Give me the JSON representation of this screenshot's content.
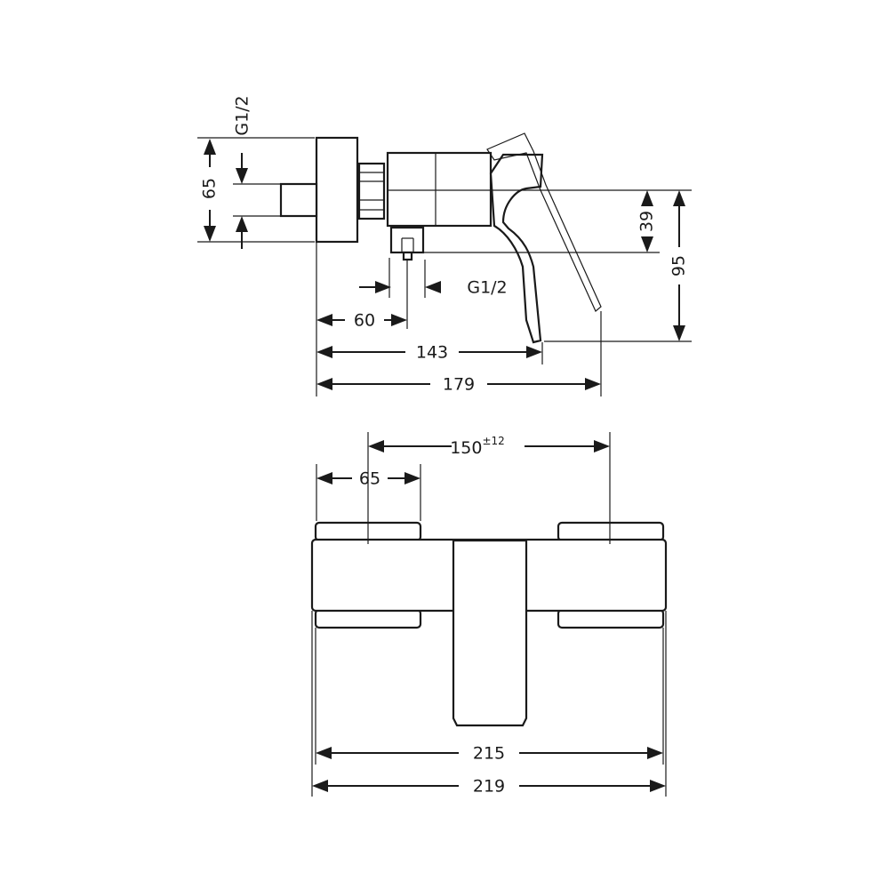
{
  "side_view": {
    "labels": {
      "thread_top": "G1/2",
      "height_65": "65",
      "height_39": "39",
      "height_95": "95",
      "thread_bottom": "G1/2",
      "depth_60": "60",
      "depth_143": "143",
      "depth_179": "179"
    }
  },
  "front_view": {
    "labels": {
      "centers": "150",
      "centers_tolerance": "±12",
      "connector_65": "65",
      "width_215": "215",
      "width_219": "219"
    }
  }
}
